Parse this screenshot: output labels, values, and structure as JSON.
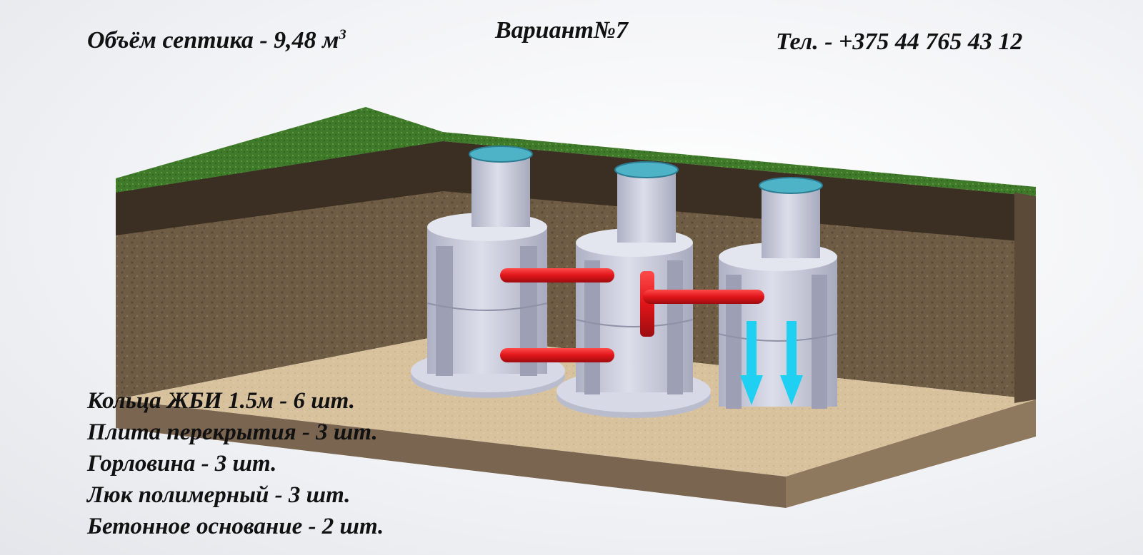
{
  "header": {
    "volume_label": "Объём септика - 9,48 м",
    "volume_unit_power": "3",
    "variant_label": "Вариант№7",
    "phone_label": "Тел. - +375 44 765 43 12"
  },
  "specs": {
    "items": [
      "Кольца ЖБИ 1.5м - 6 шт.",
      "Плита перекрытия - 3 шт.",
      "Горловина - 3 шт.",
      "Люк полимерный - 3 шт.",
      "Бетонное основание - 2 шт."
    ]
  },
  "colors": {
    "grass": "#3f7a2b",
    "topsoil": "#3b2f23",
    "soil": "#6e5c45",
    "sand": "#d8c29e",
    "concrete": "#c9cbd8",
    "pipe": "#e0151a",
    "flow_arrow": "#1fd0f2",
    "hatch": "#4fb3c8"
  }
}
